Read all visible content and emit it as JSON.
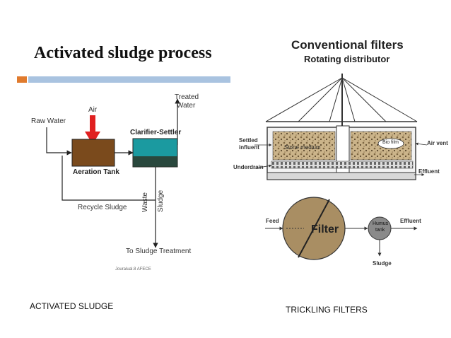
{
  "activated_sludge": {
    "title": "Activated sludge process",
    "labels": {
      "raw_water": "Raw Water",
      "air": "Air",
      "clarifier": "Clarifier-Settler",
      "treated_water_1": "Treated",
      "treated_water_2": "Water",
      "aeration_tank": "Aeration Tank",
      "recycle_sludge": "Recycle Sludge",
      "waste_sludge_1": "Waste",
      "waste_sludge_2": "Sludge",
      "to_sludge_treatment": "To Sludge Treatment",
      "credit": "Jouralual.8 AFECE"
    },
    "caption": "ACTIVATED SLUDGE"
  },
  "trickling_filter": {
    "title": "Conventional filters",
    "subtitle": "Rotating distributor",
    "labels": {
      "settled_influent_1": "Settled",
      "settled_influent_2": "influent",
      "stone_medium": "Stone medium",
      "bio_film": "Bio film",
      "air_vent": "Air vent",
      "underdrain": "Underdrain",
      "effluent_top": "Effluent",
      "feed": "Feed",
      "filter": "Filter",
      "humus_tank_1": "Humus",
      "humus_tank_2": "tank",
      "effluent_bottom": "Effluent",
      "sludge": "Sludge"
    },
    "caption": "TRICKLING FILTERS"
  },
  "colors": {
    "accent_orange": "#e07b2e",
    "accent_blue": "#a9c3e0",
    "air_arrow": "#e02020",
    "aeration_tank_fill": "#7a4a1c",
    "clarifier_fill": "#1b9aa0",
    "filter_fill": "#a98e63"
  }
}
